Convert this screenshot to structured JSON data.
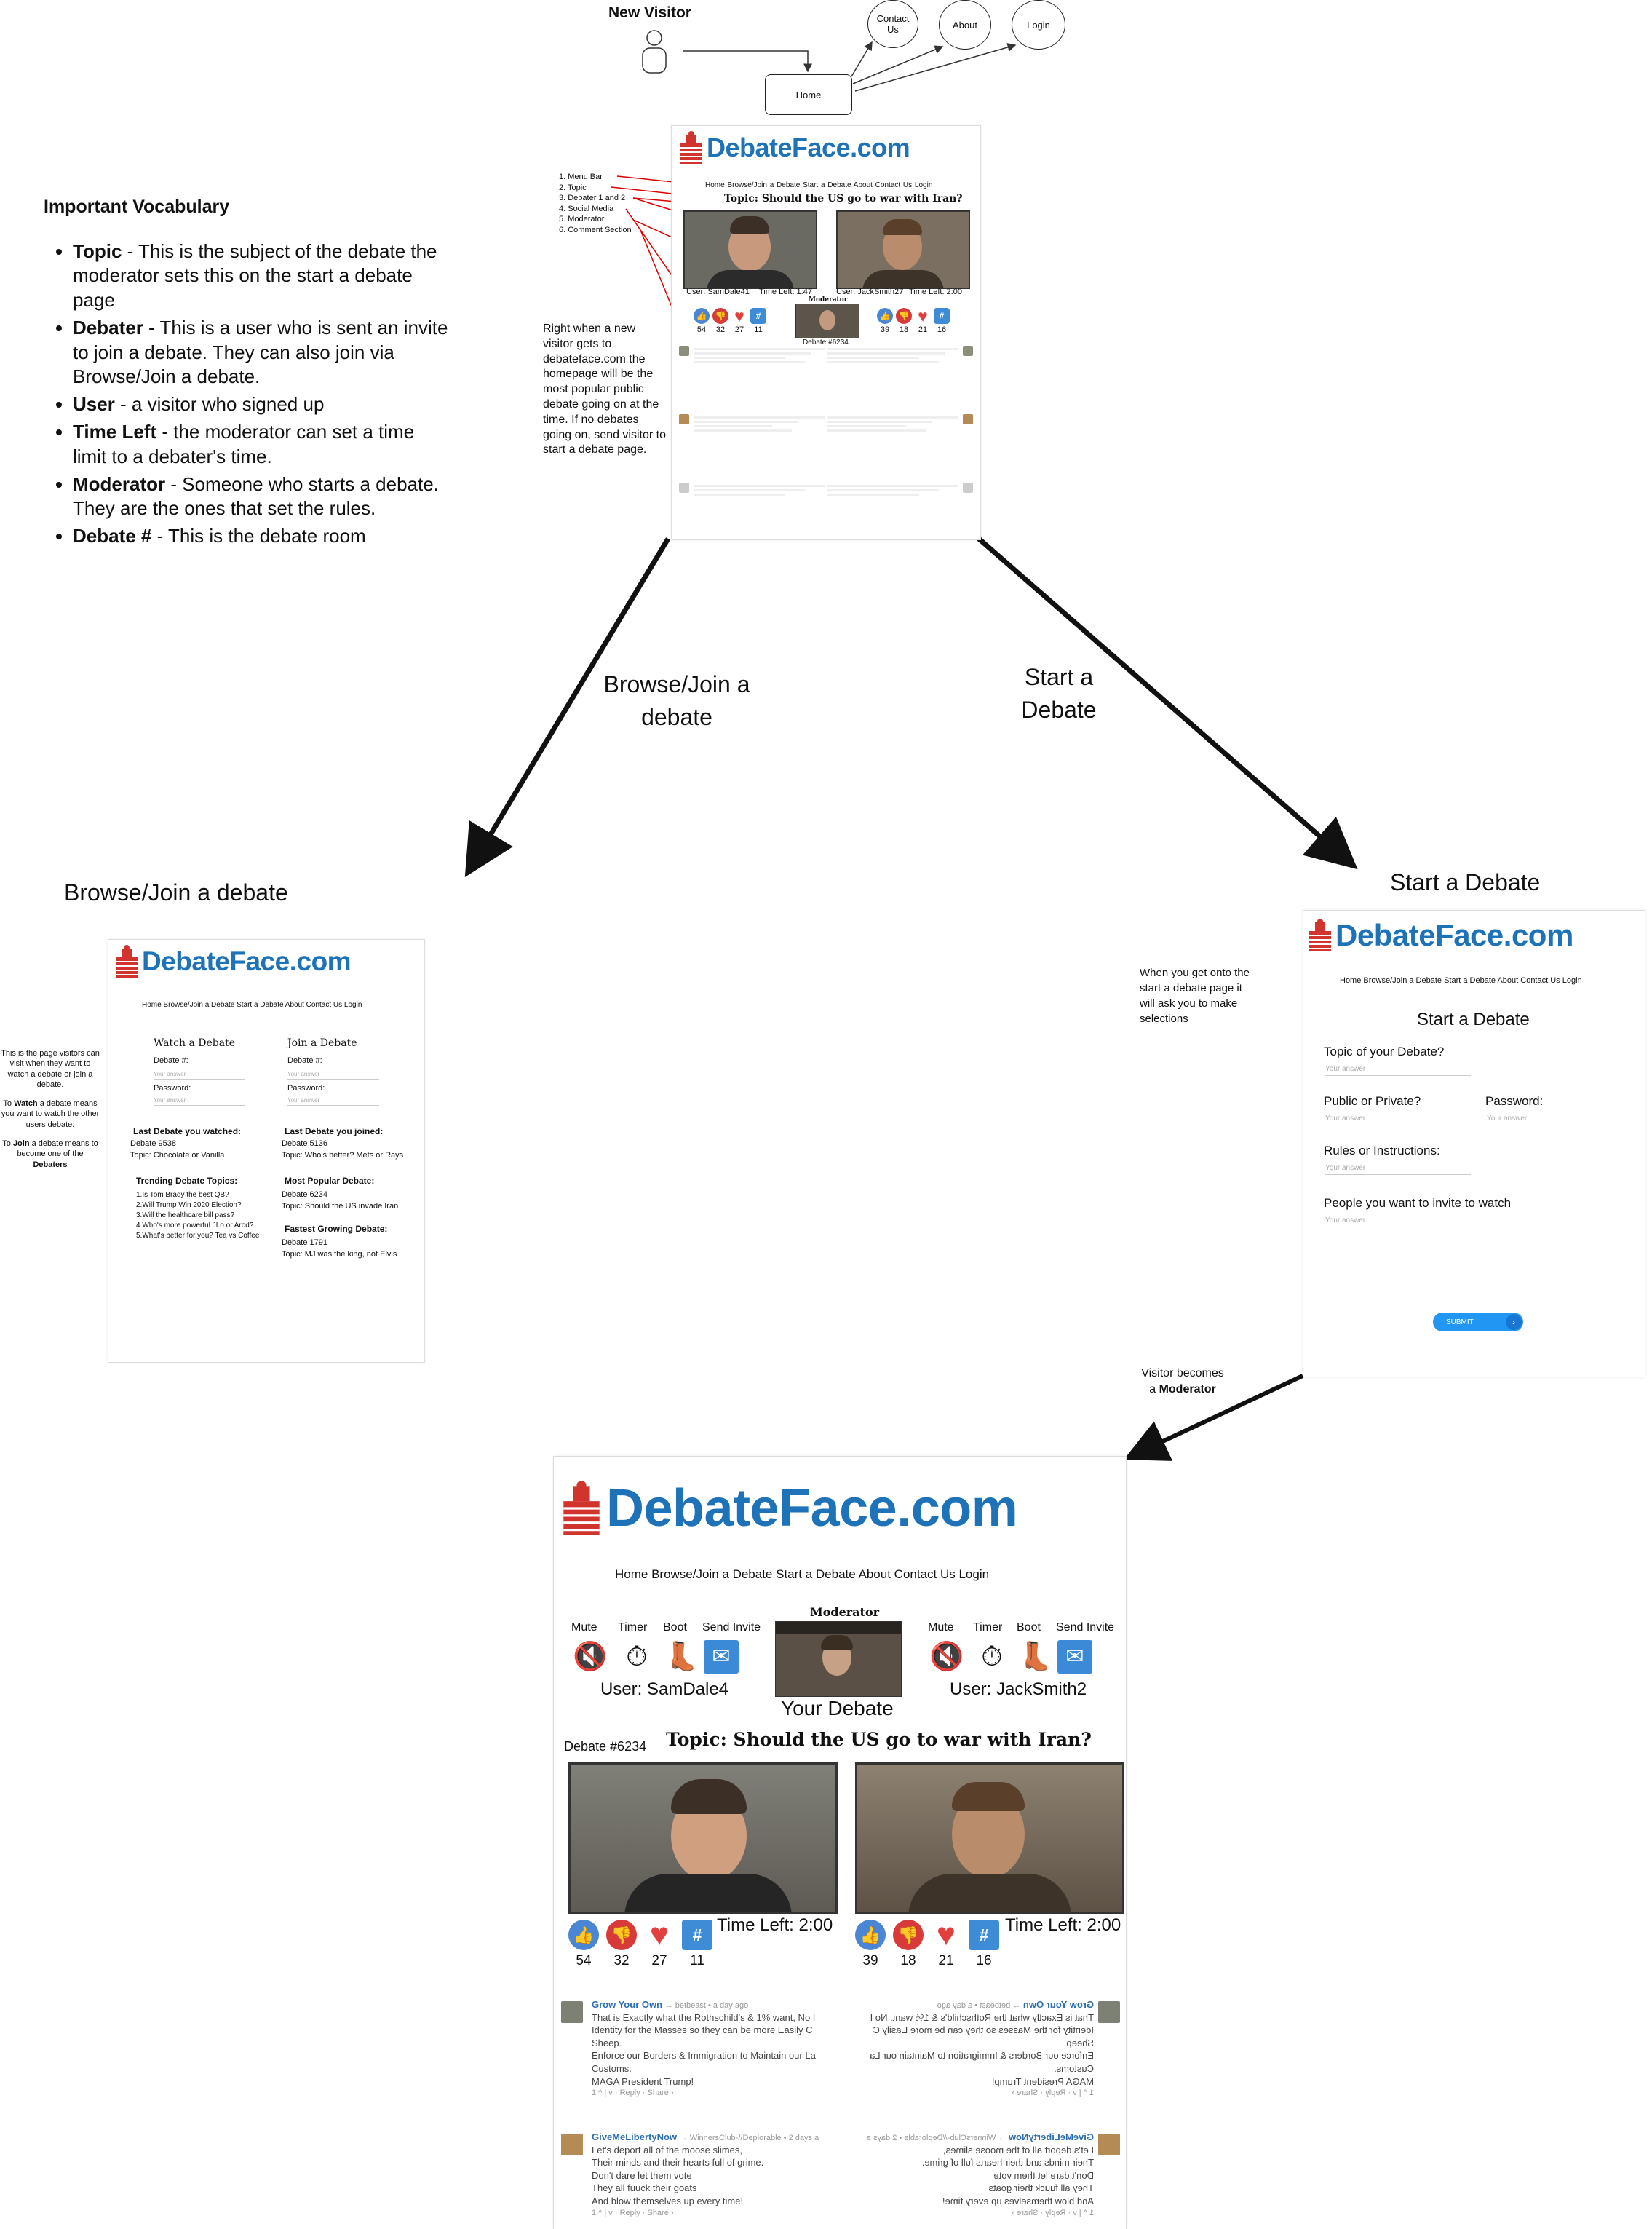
{
  "flow": {
    "new_visitor": "New Visitor",
    "home": "Home",
    "contact_us": "Contact Us",
    "about": "About",
    "login": "Login",
    "browse_join_arrow": "Browse/Join a debate",
    "start_debate_arrow": "Start a Debate",
    "visitor_becomes_1": "Visitor becomes",
    "visitor_becomes_a": "a",
    "visitor_becomes_bold": "Moderator"
  },
  "vocabulary": {
    "heading": "Important Vocabulary",
    "items": [
      {
        "term": "Topic",
        "text": " - This is the subject of the debate the moderator sets this on the start a debate page"
      },
      {
        "term": "Debater",
        "text": " - This is a user who is sent an invite to join a debate. They can also join via Browse/Join a debate."
      },
      {
        "term": "User",
        "text": " - a visitor who signed up"
      },
      {
        "term": "Time Left",
        "text": " - the moderator can set a time limit to a debater's time."
      },
      {
        "term": "Moderator",
        "text": " - Someone who starts a debate. They are the ones that set the rules."
      },
      {
        "term": "Debate #",
        "text": " - This is the debate room"
      }
    ]
  },
  "home_mock": {
    "logo": "DebateFace.com",
    "nav": "Home  Browse/Join a Debate  Start a Debate  About  Contact Us  Login",
    "topic": "Topic: Should the US go to war with Iran?",
    "user1": "User: SamDale41",
    "time1": "Time Left: 1:47",
    "user2": "User: JackSmith27",
    "time2": "Time Left: 2:00",
    "moderator": "Moderator",
    "debate_no": "Debate #6234",
    "counts_left": [
      "54",
      "32",
      "27",
      "11"
    ],
    "counts_right": [
      "39",
      "18",
      "21",
      "16"
    ],
    "legend": [
      "1. Menu Bar",
      "2. Topic",
      "3. Debater 1 and 2",
      "4. Social Media",
      "5. Moderator",
      "6. Comment Section"
    ],
    "note": "Right when a new visitor gets to debateface.com the homepage will be the most popular public debate going on at the time. If no debates going on, send visitor to start a debate page."
  },
  "browse": {
    "title": "Browse/Join a debate",
    "note_1": "This is the page visitors can visit when they want to watch a debate or join a debate.",
    "note_2_pre": "To",
    "note_2_bold": "Watch",
    "note_2_post": "a debate means you want to watch the other users debate.",
    "note_3_pre": "To",
    "note_3_bold": "Join",
    "note_3_post": "a debate means to become one of the",
    "note_3_bold2": "Debaters",
    "logo": "DebateFace.com",
    "nav": "Home  Browse/Join a Debate  Start a Debate  About  Contact Us  Login",
    "watch_title": "Watch a Debate",
    "join_title": "Join a Debate",
    "debate_label": "Debate #:",
    "password_label": "Password:",
    "your_answer": "Your answer",
    "last_watched_h": "Last Debate you watched:",
    "last_watched_1": "Debate 9538",
    "last_watched_2": "Topic: Chocolate or Vanilla",
    "last_joined_h": "Last Debate you joined:",
    "last_joined_1": "Debate 5136",
    "last_joined_2": "Topic: Who's better? Mets or Rays",
    "trending_h": "Trending Debate Topics:",
    "trending": [
      "1.Is Tom Brady the best QB?",
      "2.Will Trump Win 2020 Election?",
      "3.Will the healthcare bill pass?",
      "4.Who's more powerful JLo or Arod?",
      "5.What's better for you? Tea vs Coffee"
    ],
    "popular_h": "Most Popular Debate:",
    "popular_1": "Debate 6234",
    "popular_2": "Topic: Should the US invade Iran",
    "fastest_h": "Fastest Growing Debate:",
    "fastest_1": "Debate 1791",
    "fastest_2": "Topic: MJ was the king, not Elvis"
  },
  "start": {
    "title": "Start a Debate",
    "note": "When you get onto the start a debate page it will ask you to make selections",
    "logo": "DebateFace.com",
    "nav": "Home  Browse/Join a Debate  Start a Debate  About  Contact Us  Login",
    "heading": "Start a Debate",
    "q_topic": "Topic of your Debate?",
    "q_public": "Public or Private?",
    "q_password": "Password:",
    "q_rules": "Rules or Instructions:",
    "q_invite": "People you want to invite to watch",
    "your_answer": "Your answer",
    "submit": "SUBMIT"
  },
  "moderator_page": {
    "logo": "DebateFace.com",
    "nav": "Home  Browse/Join a Debate  Start a Debate  About  Contact Us  Login",
    "moderator": "Moderator",
    "controls": [
      "Mute",
      "Timer",
      "Boot",
      "Send Invite"
    ],
    "user_left": "User: SamDale4",
    "user_right": "User: JackSmith2",
    "your_debate": "Your Debate",
    "debate_no": "Debate #6234",
    "topic": "Topic: Should the US go to war with Iran?",
    "time_left": "Time Left: 2:00",
    "counts_left": [
      "54",
      "32",
      "27",
      "11"
    ],
    "counts_right": [
      "39",
      "18",
      "21",
      "16"
    ],
    "comment1_user": "Grow Your Own",
    "comment1_meta": "→ betbeast • a day ago",
    "comment1_lines": [
      "That is Exactly what the Rothschild's & 1% want, No I",
      "Identity for the Masses so they can be more Easily C",
      "Sheep.",
      "Enforce our Borders & Immigration to Maintain our La",
      "Customs.",
      "MAGA President Trump!"
    ],
    "comment1_actions": "1 ^ | v · Reply · Share ›",
    "comment2_user": "GiveMeLibertyNow",
    "comment2_meta": "→ WinnersClub-//Deplorable • 2 days a",
    "comment2_lines": [
      "Let's deport all of the moose slimes,",
      "Their minds and their hearts full of grime.",
      "Don't dare let them vote",
      "They all fuuck their goats",
      "And blow themselves up every time!"
    ],
    "comment2_actions": "1 ^ | v · Reply · Share ›"
  }
}
